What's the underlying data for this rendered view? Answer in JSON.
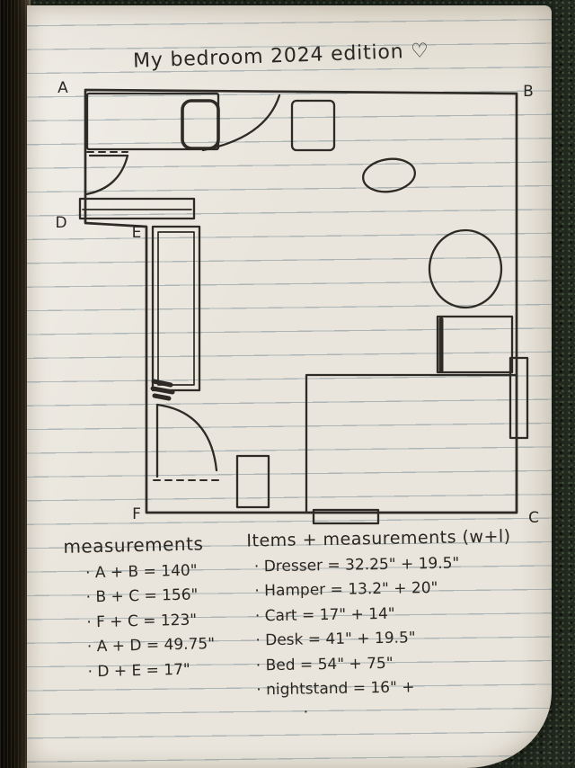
{
  "title": "My bedroom 2024 edition ♡",
  "corner_labels": {
    "a": "A",
    "b": "B",
    "c": "C",
    "d": "D",
    "e": "E",
    "f": "F"
  },
  "measurements": {
    "heading": "measurements",
    "items": [
      "· A + B = 140\"",
      "· B + C = 156\"",
      "· F + C = 123\"",
      "· A + D = 49.75\"",
      "· D + E = 17\""
    ]
  },
  "item_measurements": {
    "heading": "Items + measurements (w+l)",
    "items": [
      "· Dresser = 32.25\" + 19.5\"",
      "· Hamper = 13.2\" + 20\"",
      "· Cart = 17\" + 14\"",
      "· Desk = 41\" + 19.5\"",
      "· Bed = 54\" + 75\"",
      "· nightstand = 16\" +"
    ],
    "trailing_mark": "."
  },
  "colors": {
    "ink": "#2e2a25",
    "page": "#e9e5dc",
    "ruled_line": "#7d8e96",
    "carpet": "#232a20"
  }
}
